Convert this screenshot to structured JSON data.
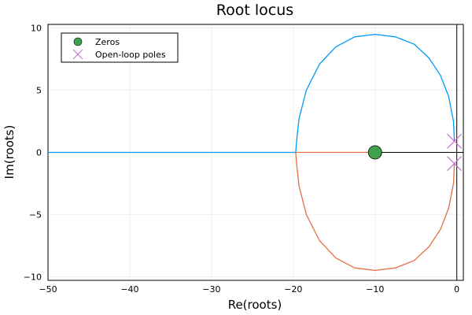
{
  "chart_data": {
    "type": "scatter",
    "title": "Root locus",
    "xlabel": "Re(roots)",
    "ylabel": "Im(roots)",
    "xlim": [
      -50,
      0.8
    ],
    "ylim": [
      -10.3,
      10.3
    ],
    "grid": true,
    "legend_placement": "top-left",
    "x_ticks": [
      -50,
      -40,
      -30,
      -20,
      -10,
      0
    ],
    "y_ticks": [
      -10,
      -5,
      0,
      5,
      10
    ],
    "x_tick_labels": [
      "−50",
      "−40",
      "−30",
      "−20",
      "−10",
      "0"
    ],
    "y_tick_labels": [
      "−10",
      "−5",
      "0",
      "5",
      "10"
    ],
    "legend": [
      {
        "label": "Zeros",
        "marker": "circle",
        "color": "#3da44d"
      },
      {
        "label": "Open-loop poles",
        "marker": "x",
        "color": "#c271d2"
      }
    ],
    "zeros": [
      {
        "x": -10,
        "y": 0
      }
    ],
    "open_loop_poles": [
      {
        "x": -0.3,
        "y": 0.9
      },
      {
        "x": -0.3,
        "y": -0.9
      }
    ],
    "branches": [
      {
        "color": "#009af9",
        "description": "upper branch: from pole at -0.3+0.9j around circle through (-10, 9.5) to real-axis breakin at -19.7, then along real axis to -50",
        "points": [
          [
            -0.3,
            0.9
          ],
          [
            -0.4,
            2.5
          ],
          [
            -1.0,
            4.5
          ],
          [
            -2.0,
            6.2
          ],
          [
            -3.4,
            7.6
          ],
          [
            -5.2,
            8.7
          ],
          [
            -7.5,
            9.3
          ],
          [
            -10.0,
            9.5
          ],
          [
            -12.5,
            9.3
          ],
          [
            -14.8,
            8.5
          ],
          [
            -16.8,
            7.1
          ],
          [
            -18.4,
            5.0
          ],
          [
            -19.3,
            2.7
          ],
          [
            -19.6,
            0.9
          ],
          [
            -19.7,
            0.0
          ],
          [
            -50.0,
            0.0
          ]
        ]
      },
      {
        "color": "#e26f46",
        "description": "lower branch: from pole at -0.3-0.9j around circle through (-10, -9.5) to -19.7, then along real axis to zero at -10",
        "points": [
          [
            -0.3,
            -0.9
          ],
          [
            -0.4,
            -2.5
          ],
          [
            -1.0,
            -4.5
          ],
          [
            -2.0,
            -6.2
          ],
          [
            -3.4,
            -7.6
          ],
          [
            -5.2,
            -8.7
          ],
          [
            -7.5,
            -9.3
          ],
          [
            -10.0,
            -9.5
          ],
          [
            -12.5,
            -9.3
          ],
          [
            -14.8,
            -8.5
          ],
          [
            -16.8,
            -7.1
          ],
          [
            -18.4,
            -5.0
          ],
          [
            -19.3,
            -2.7
          ],
          [
            -19.6,
            -0.9
          ],
          [
            -19.7,
            0.0
          ],
          [
            -10.0,
            0.0
          ]
        ]
      }
    ]
  }
}
